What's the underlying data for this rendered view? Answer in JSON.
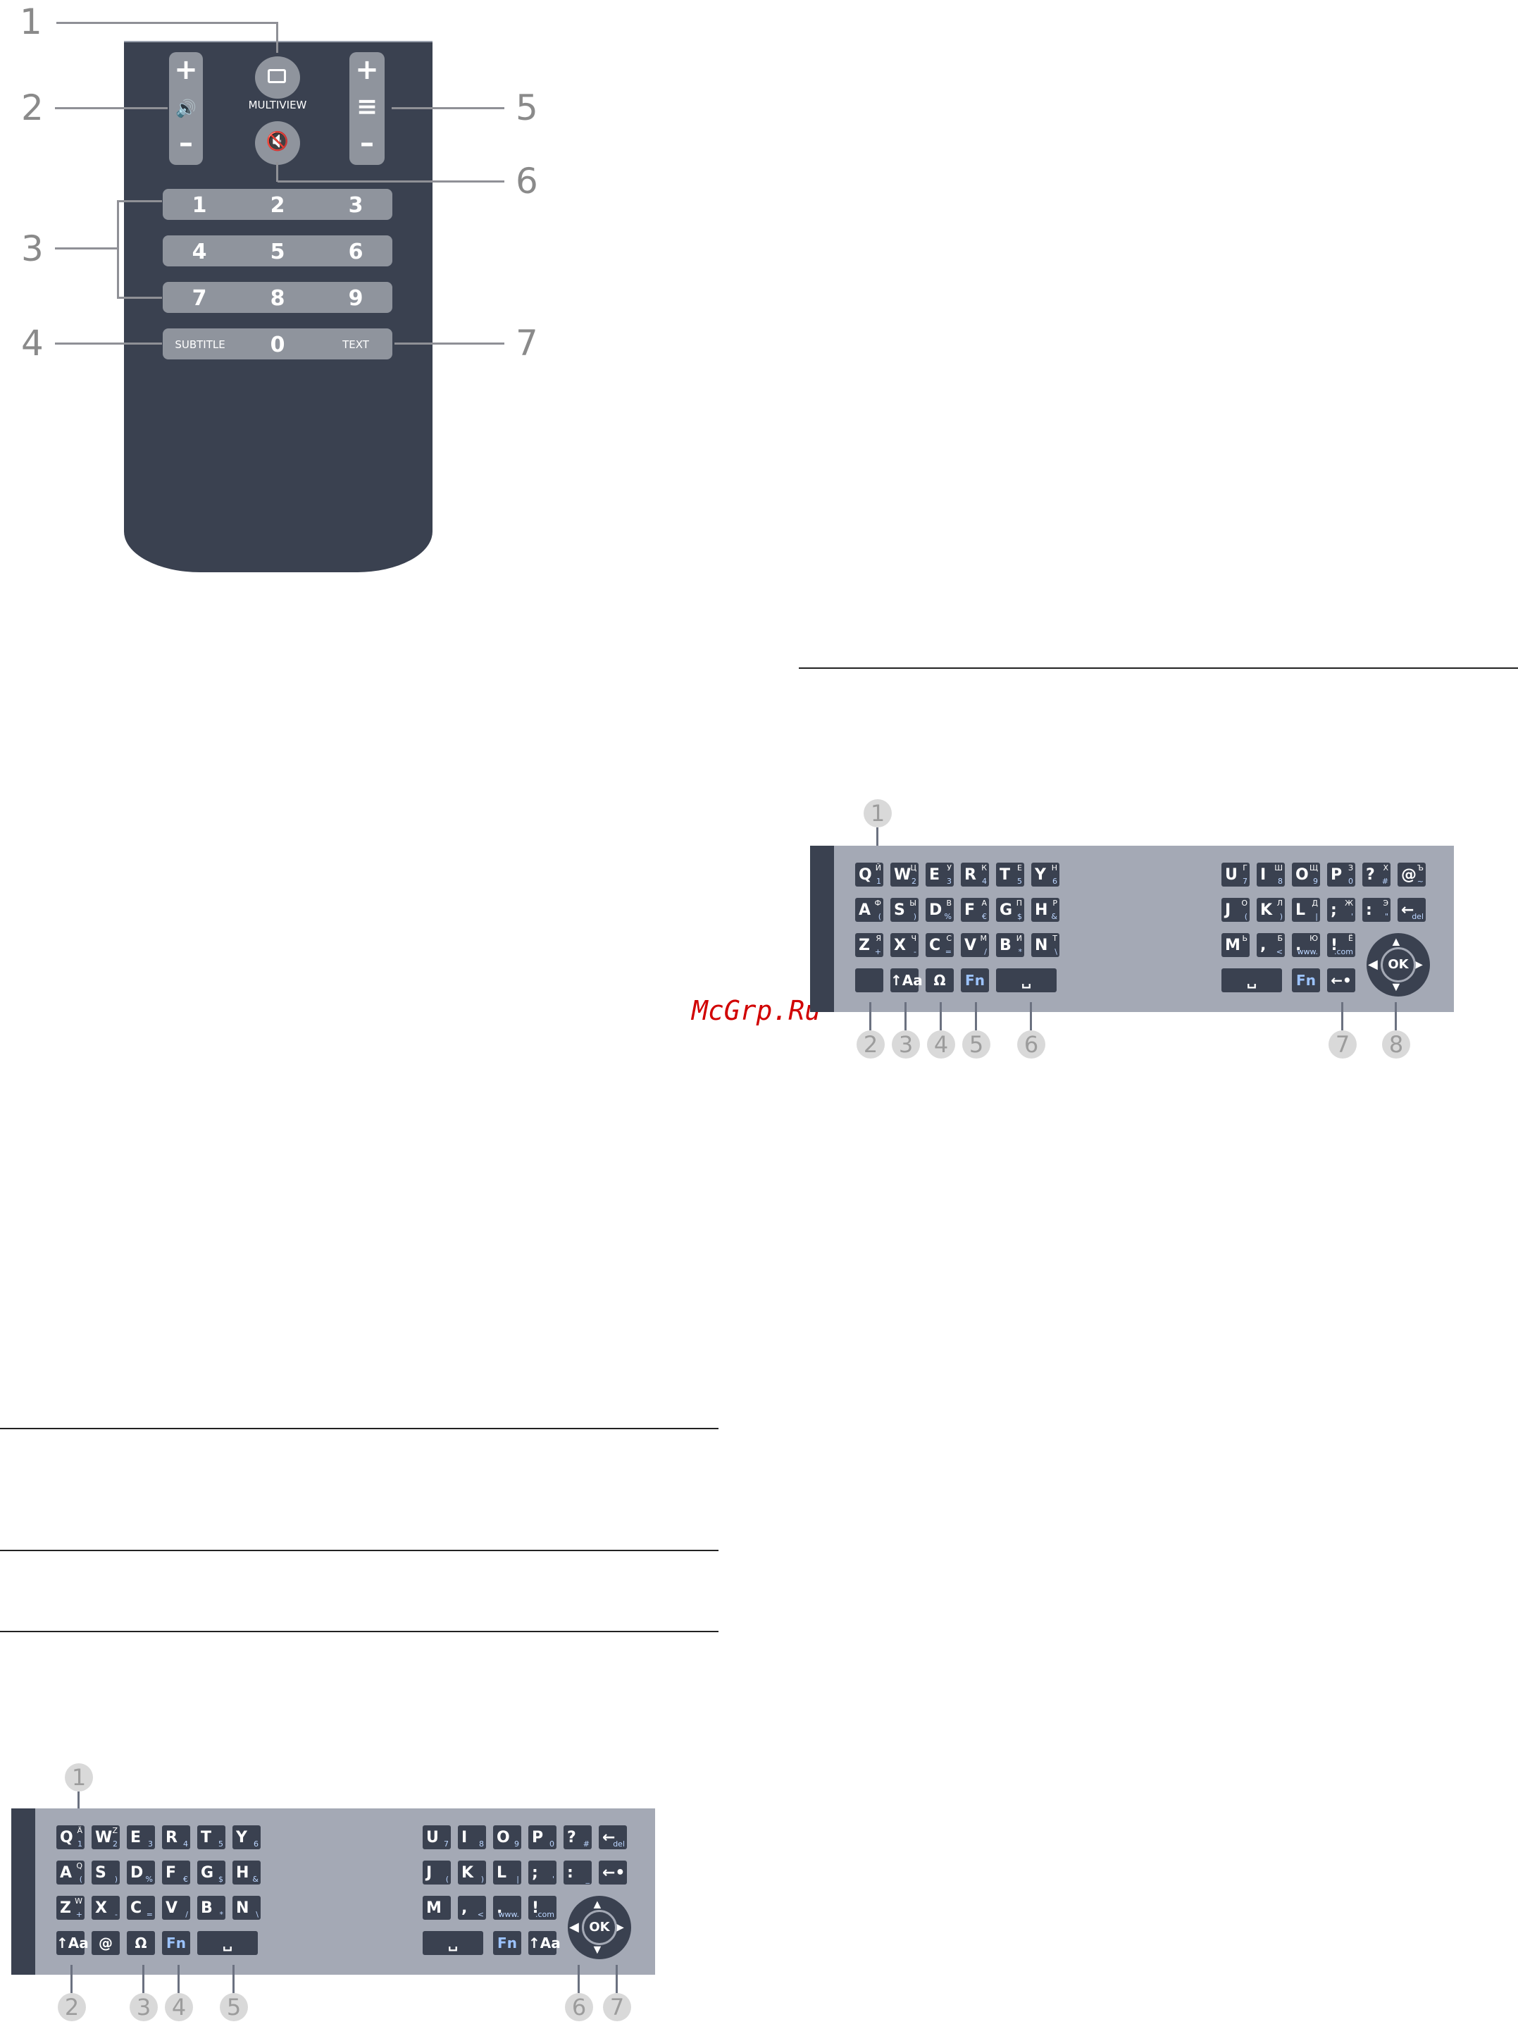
{
  "remote": {
    "multiview_label": "MULTIVIEW",
    "plus": "+",
    "minus": "–",
    "digits_row1": [
      "1",
      "2",
      "3"
    ],
    "digits_row2": [
      "4",
      "5",
      "6"
    ],
    "digits_row3": [
      "7",
      "8",
      "9"
    ],
    "subtitle_label": "SUBTITLE",
    "zero_label": "0",
    "text_label": "TEXT",
    "callouts": [
      "1",
      "2",
      "3",
      "4",
      "5",
      "6",
      "7"
    ]
  },
  "keyboard_cyrillic": {
    "left_rows": [
      [
        {
          "m": "Q",
          "s": "Й",
          "l": "1"
        },
        {
          "m": "W",
          "s": "Ц",
          "l": "2"
        },
        {
          "m": "E",
          "s": "У",
          "l": "3"
        },
        {
          "m": "R",
          "s": "К",
          "l": "4"
        },
        {
          "m": "T",
          "s": "Е",
          "l": "5"
        },
        {
          "m": "Y",
          "s": "Н",
          "l": "6"
        }
      ],
      [
        {
          "m": "A",
          "s": "Ф",
          "l": "("
        },
        {
          "m": "S",
          "s": "Ы",
          "l": ")"
        },
        {
          "m": "D",
          "s": "В",
          "l": "%"
        },
        {
          "m": "F",
          "s": "А",
          "l": "€"
        },
        {
          "m": "G",
          "s": "П",
          "l": "$"
        },
        {
          "m": "H",
          "s": "Р",
          "l": "&"
        }
      ],
      [
        {
          "m": "Z",
          "s": "Я",
          "l": "+"
        },
        {
          "m": "X",
          "s": "Ч",
          "l": "-"
        },
        {
          "m": "C",
          "s": "С",
          "l": "="
        },
        {
          "m": "V",
          "s": "М",
          "l": "/"
        },
        {
          "m": "B",
          "s": "И",
          "l": "*"
        },
        {
          "m": "N",
          "s": "Т",
          "l": "\\"
        }
      ]
    ],
    "bottom_left": [
      "",
      "↑Aa",
      "Ω",
      "Fn",
      "␣"
    ],
    "right_rows": [
      [
        {
          "m": "U",
          "s": "Г",
          "l": "7"
        },
        {
          "m": "I",
          "s": "Ш",
          "l": "8"
        },
        {
          "m": "O",
          "s": "Щ",
          "l": "9"
        },
        {
          "m": "P",
          "s": "З",
          "l": "0"
        },
        {
          "m": "?",
          "s": "Х",
          "l": "#"
        },
        {
          "m": "@",
          "s": "Ъ",
          "l": "~"
        }
      ],
      [
        {
          "m": "J",
          "s": "О",
          "l": "("
        },
        {
          "m": "K",
          "s": "Л",
          "l": ")"
        },
        {
          "m": "L",
          "s": "Д",
          "l": "|"
        },
        {
          "m": ";",
          "s": "Ж",
          "l": "'"
        },
        {
          "m": ":",
          "s": "Э",
          "l": "\""
        },
        {
          "m": "←",
          "s": "",
          "l": "del"
        }
      ],
      [
        {
          "m": "M",
          "s": "Ь",
          "l": ""
        },
        {
          "m": ",",
          "s": "Б",
          "l": "<"
        },
        {
          "m": ".",
          "s": "Ю",
          "l": "www."
        },
        {
          "m": "!",
          "s": "Ё",
          "l": ".com"
        }
      ]
    ],
    "bottom_right": [
      "␣",
      "Fn",
      "←•"
    ],
    "ok_label": "OK",
    "callouts_top": "1",
    "callouts_bottom": [
      "2",
      "3",
      "4",
      "5",
      "6",
      "7",
      "8"
    ]
  },
  "keyboard_latin": {
    "left_rows": [
      [
        {
          "m": "Q",
          "s": "Ä",
          "l": "1"
        },
        {
          "m": "W",
          "s": "Z",
          "l": "2"
        },
        {
          "m": "E",
          "s": "",
          "l": "3"
        },
        {
          "m": "R",
          "s": "",
          "l": "4"
        },
        {
          "m": "T",
          "s": "",
          "l": "5"
        },
        {
          "m": "Y",
          "s": "",
          "l": "6"
        }
      ],
      [
        {
          "m": "A",
          "s": "Q",
          "l": "("
        },
        {
          "m": "S",
          "s": "",
          "l": ")"
        },
        {
          "m": "D",
          "s": "",
          "l": "%"
        },
        {
          "m": "F",
          "s": "",
          "l": "€"
        },
        {
          "m": "G",
          "s": "",
          "l": "$"
        },
        {
          "m": "H",
          "s": "",
          "l": "&"
        }
      ],
      [
        {
          "m": "Z",
          "s": "W",
          "l": "+"
        },
        {
          "m": "X",
          "s": "",
          "l": "-"
        },
        {
          "m": "C",
          "s": "",
          "l": "="
        },
        {
          "m": "V",
          "s": "",
          "l": "/"
        },
        {
          "m": "B",
          "s": "",
          "l": "*"
        },
        {
          "m": "N",
          "s": "",
          "l": "\\"
        }
      ]
    ],
    "bottom_left": [
      "↑Aa",
      "@",
      "Ω",
      "Fn",
      "␣"
    ],
    "right_rows": [
      [
        {
          "m": "U",
          "s": "",
          "l": "7"
        },
        {
          "m": "I",
          "s": "",
          "l": "8"
        },
        {
          "m": "O",
          "s": "",
          "l": "9"
        },
        {
          "m": "P",
          "s": "",
          "l": "0"
        },
        {
          "m": "?",
          "s": "",
          "l": "#"
        },
        {
          "m": "←",
          "s": "",
          "l": "del"
        }
      ],
      [
        {
          "m": "J",
          "s": "",
          "l": "("
        },
        {
          "m": "K",
          "s": "",
          "l": ")"
        },
        {
          "m": "L",
          "s": "",
          "l": "|"
        },
        {
          "m": ";",
          "s": "",
          "l": "'"
        },
        {
          "m": ":",
          "s": "",
          "l": "_"
        },
        {
          "m": "←•",
          "s": "",
          "l": ""
        }
      ],
      [
        {
          "m": "M",
          "s": "",
          "l": ""
        },
        {
          "m": ",",
          "s": "",
          "l": "<"
        },
        {
          "m": ".",
          "s": "",
          "l": "www."
        },
        {
          "m": "!",
          "s": "",
          "l": ".com"
        }
      ]
    ],
    "bottom_right": [
      "␣",
      "Fn",
      "↑Aa"
    ],
    "ok_label": "OK",
    "callouts_top": "1",
    "callouts_bottom": [
      "2",
      "3",
      "4",
      "5",
      "6",
      "7"
    ]
  },
  "watermark": "McGrp.Ru",
  "colors": {
    "remote_body": "#3a4150",
    "key": "#8f949d",
    "keyboard_bg": "#a4a9b5"
  }
}
